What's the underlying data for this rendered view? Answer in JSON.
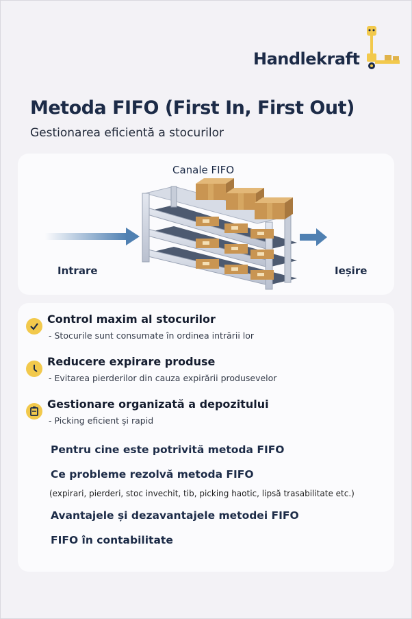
{
  "brand": {
    "name": "Handlekraft"
  },
  "header": {
    "title": "Metoda FIFO (First In, First Out)",
    "subtitle": "Gestionarea eficientă a stocurilor"
  },
  "diagram": {
    "caption": "Canale FIFO",
    "input_label": "Intrare",
    "output_label": "Ieșire"
  },
  "features": [
    {
      "icon": "check-icon",
      "title": "Control maxim al stocurilor",
      "desc": "- Stocurile sunt consumate în ordinea intrării lor"
    },
    {
      "icon": "clock-icon",
      "title": "Reducere expirare produse",
      "desc": "- Evitarea pierderilor din cauza expirării produsevelor"
    },
    {
      "icon": "clipboard-icon",
      "title": "Gestionare organizată a depozitului",
      "desc": "- Picking eficient și rapid"
    }
  ],
  "topics": {
    "who": "Pentru cine este potrivită metoda FIFO",
    "problems": "Ce probleme rezolvă metoda FIFO",
    "problems_note": "(expirari, pierderi, stoc invechit, tib,  picking  haotic, lipsă trasabilitate etc.)",
    "pros_cons": "Avantajele și dezavantajele metodei FIFO",
    "accounting": "FIFO în contabilitate"
  },
  "colors": {
    "accent": "#f2c94c",
    "arrow": "#4f80b2",
    "text": "#1c2b47"
  }
}
